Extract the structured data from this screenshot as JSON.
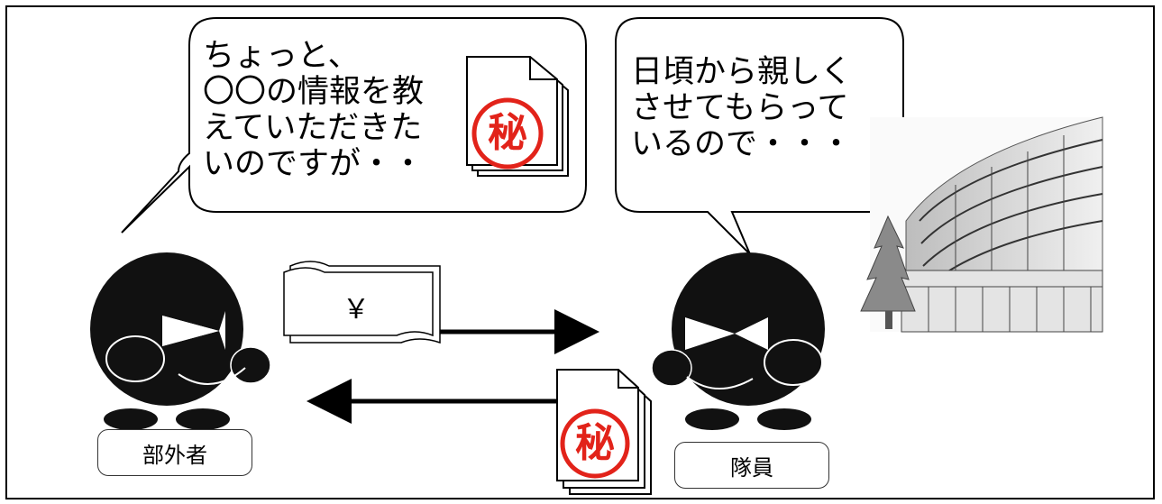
{
  "speech_left": {
    "lines": [
      "ちょっと、",
      "〇〇の情報を教",
      "えていただきた",
      "いのですが・・"
    ]
  },
  "speech_right": {
    "lines": [
      "日頃から親しく",
      "させてもらって",
      "いるので・・・"
    ]
  },
  "secret_stamp": "秘",
  "money_symbol": "￥",
  "labels": {
    "outsider": "部外者",
    "member": "隊員"
  },
  "colors": {
    "stamp_red": "#e2231a",
    "figure": "#111111"
  }
}
